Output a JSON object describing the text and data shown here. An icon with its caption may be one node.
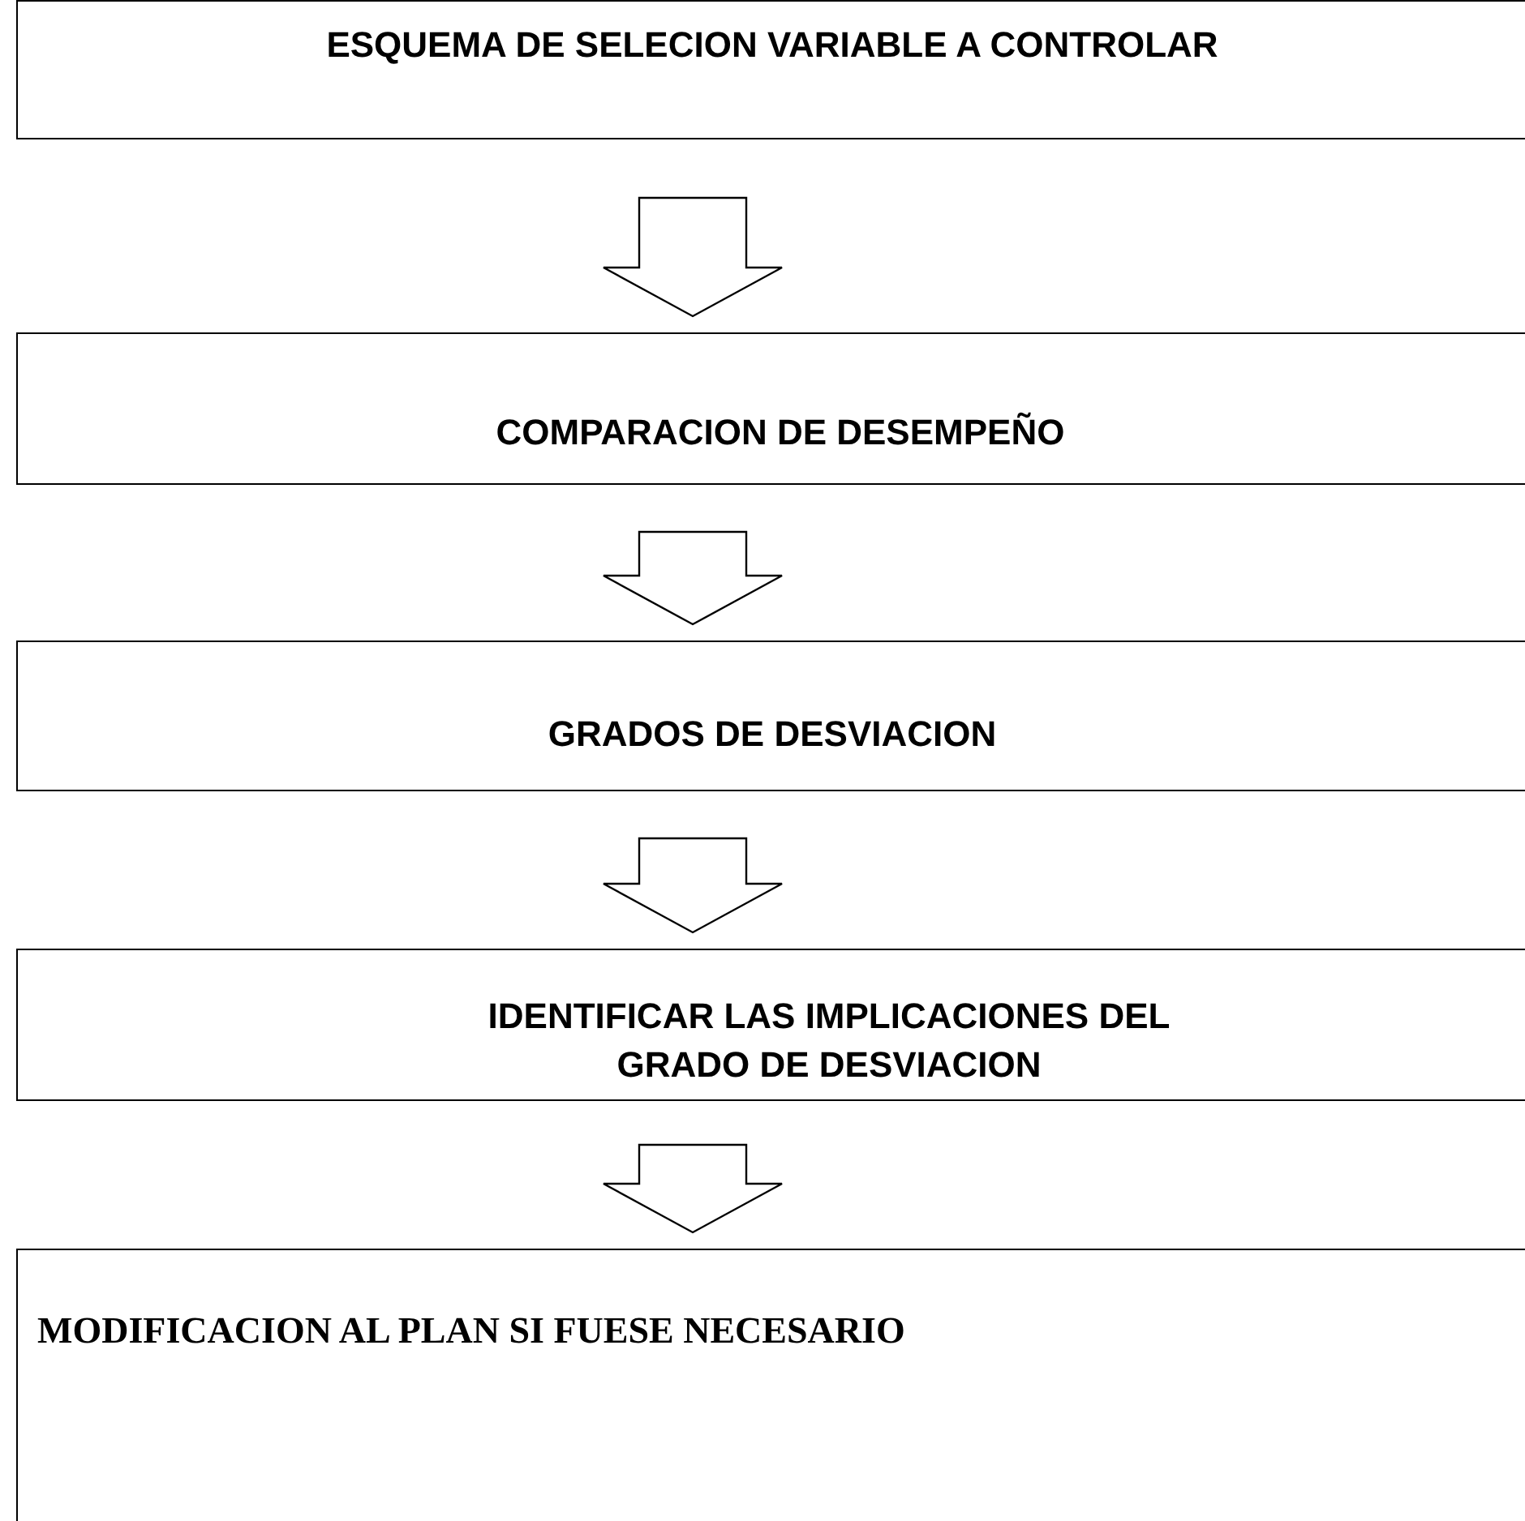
{
  "diagram": {
    "nodes": [
      {
        "text": [
          "ESQUEMA DE SELECION VARIABLE A CONTROLAR"
        ]
      },
      {
        "text": [
          "COMPARACION DE DESEMPEÑO"
        ]
      },
      {
        "text": [
          "GRADOS DE DESVIACION"
        ]
      },
      {
        "text": [
          "IDENTIFICAR LAS IMPLICACIONES DEL GRADO DE DESVIACION"
        ]
      },
      {
        "text": [
          "MODIFICACION AL PLAN SI FUESE NECESARIO"
        ]
      }
    ],
    "edges": [
      {
        "from": 0,
        "to": 1,
        "arrow": "to"
      },
      {
        "from": 1,
        "to": 2,
        "arrow": "to"
      },
      {
        "from": 2,
        "to": 3,
        "arrow": "to"
      },
      {
        "from": 3,
        "to": 4,
        "arrow": "to"
      }
    ]
  }
}
